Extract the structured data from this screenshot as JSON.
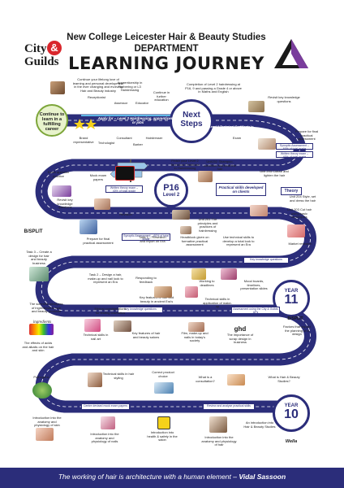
{
  "header": {
    "line1": "New College Leicester Hair & Beauty Studies",
    "line2": "DEPARTMENT",
    "line3": "LEARNING JOURNEY"
  },
  "logos": {
    "city_guilds_top": "City",
    "city_guilds_amp": "&",
    "city_guilds_bottom": "Guilds"
  },
  "milestones": {
    "continue": "Continue to learn in a fulfilling career",
    "next_steps": "Next Steps",
    "p16": "P16",
    "p16_level": "Level 2",
    "year11_label": "YEAR",
    "year11_num": "11",
    "year10_label": "YEAR",
    "year10_num": "10"
  },
  "banners": {
    "apply": "Apply for – Level 3 Hairdressing, apprenticeship or jobs",
    "level2_cert": "Level 2 Technical Certificate in Hairdressing 6002-21",
    "practical": "Practical skills developed on clients",
    "theory": "Theory",
    "synoptic_top": "Synoptic Assessment – 60% of total grade",
    "written_top": "Written theory exam – 40% of total grade",
    "written_mid": "Written theory exam – 40% of total grade",
    "synoptic_mid": "Synoptic Assessment – 60% of total grade",
    "key_knowledge_1": "Key knowledge questions",
    "key_knowledge_2": "Key knowledge questions",
    "assessment": "Assessment using the City & Guilds APs",
    "centre_devised": "Centre devised mock exam papers",
    "review": "Review and analyse practical skills"
  },
  "labels": {
    "top_intro": "Continue your lifelong love of learning and personal development in the ever changing and evolving Hair and Beauty industry",
    "receptionist": "Receptionist",
    "apprentice": "Apprenticeship in Barbering or L3 Hairdressing",
    "assessor": "Assessor",
    "educator": "Educator",
    "further_ed": "Continue in further education",
    "completion": "Completion of Level 2 hairdressing at P16, 9 and passing a Grade 4 or above in Maths and English",
    "revisit": "Revisit key knowledge questions",
    "brand_rep": "Brand representative",
    "trichologist": "Trichologist",
    "consultant": "Consultant",
    "barber": "Barber",
    "hairdresser": "Hairdresser",
    "exam": "Exam",
    "prepare_final": "Prepare for final practical assessment",
    "unit205": "Unit 205 Colour and lighten the hair",
    "unit202": "Unit202 Shampoo, condition and treat the hair",
    "finish_l2": "Finish your Level 2 Technical Certificate in Hairdressing",
    "exam_questions": "Exam question practice",
    "mock_exam": "Mock exam papers",
    "unit204": "Unit 204 Style, set and dress the hair",
    "unit203": "Unit 203 Cut hair using basic techniques",
    "unit201": "Unit 201 The principles and practices of hairdressing",
    "revisit_knowledge": "Revisit key knowledge questions",
    "revision": "Revision",
    "prepare_practical": "Prepare for final practical assessment",
    "task1": "Task 1 – Research and report on Era",
    "headblock": "Headblock given on formative practical assessment",
    "use_technical": "Use technical skills to develop a total look to represent an Era",
    "market_research": "Market research",
    "task3": "Task 3 – Create a design for hair and beauty business",
    "task2": "Task 2 – Design a hair, make-up and nail look to represent an Era",
    "responding": "Responding to feedback",
    "working_deadlines": "Working to deadlines",
    "mood_boards": "Mood boards, timelines, presentation slides",
    "scientific": "The scientific principles of ingredients in hair and beauty products",
    "ethical": "Ethical considerations for testing cosmetics",
    "key_features": "Key features of hair and beauty in ancient Era's",
    "technical_skills_makeup": "Technical skills in application of make-up",
    "ingredients": "ingredients",
    "acids_alkalis": "The effects of acids and alkalis on the hair and skin",
    "technical_nail": "Technical skills in nail art",
    "key_features_salons": "Key features of hair and beauty salons",
    "film_makeup": "Film, make-up and nails in today's society",
    "importance_scrap": "The importance of scrap design in business",
    "factors": "Factors that impact the planning of a design",
    "pathogens": "Pathogens",
    "technical_hair": "Technical skills in hair styling",
    "correct_product": "Correct product choice",
    "what_consultation": "What is a consultation?",
    "what_hair_beauty": "What is Hair & Beauty Studies?",
    "intro_anatomy_1": "Introduction into the anatomy and physiology of skin",
    "intro_anatomy_nails": "Introduction into the anatomy and physiology of nails",
    "intro_health": "Introduction into health & safety in the salon",
    "intro_anatomy_hair": "Introduction into the anatomy and physiology of hair",
    "intro_hair_studies": "An introduction into Hair & Beauty Studies",
    "bsplit1": "B/SPLIT",
    "bsplit2": "B/SPLIT",
    "ghd": "ghd",
    "pcta": "PCTA",
    "tool_brand": "Wella"
  },
  "footer": {
    "quote": "The working of hair is architecture with a human element – ",
    "author": "Vidal Sassoon"
  },
  "colors": {
    "navy": "#2b2d7a",
    "road_line": "#ffffff",
    "sky_blue": "#5fb7e5",
    "yellow": "#f5d21a",
    "green": "#7da63a",
    "red": "#d9262c"
  }
}
